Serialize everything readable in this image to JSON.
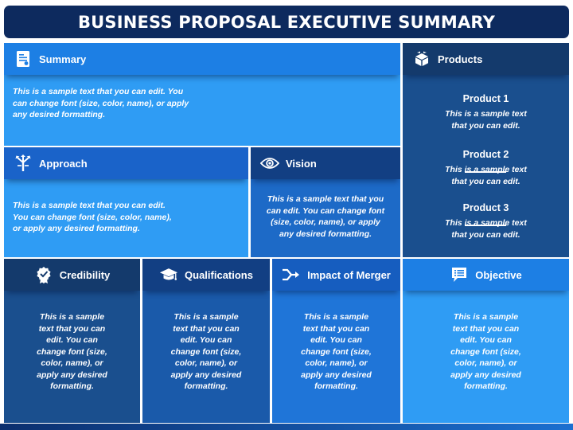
{
  "title": "BUSINESS PROPOSAL EXECUTIVE SUMMARY",
  "sample_text": "This is a sample text that you can edit. You can change font (size, color, name), or apply any desired formatting.",
  "summary": {
    "label": "Summary",
    "icon": "document-icon",
    "text_lines": [
      "This is a sample text that you can edit. You",
      "can change font (size, color, name), or apply",
      "any desired formatting."
    ]
  },
  "products": {
    "label": "Products",
    "icon": "boxes-icon",
    "items": [
      {
        "name": "Product 1",
        "lines": [
          "This is a sample text",
          "that you can edit."
        ]
      },
      {
        "name": "Product 2",
        "lines": [
          "This is a sample text",
          "that you can edit."
        ]
      },
      {
        "name": "Product 3",
        "lines": [
          "This is a sample text",
          "that you can edit."
        ]
      }
    ]
  },
  "approach": {
    "label": "Approach",
    "icon": "arrows-split-icon",
    "text_lines": [
      "This is a sample text that you can edit.",
      "You can change font (size, color, name),",
      "or apply any desired formatting."
    ]
  },
  "vision": {
    "label": "Vision",
    "icon": "eye-icon",
    "text_lines": [
      "This is a sample text that you",
      "can edit. You can change font",
      "(size, color, name), or apply",
      "any desired formatting."
    ]
  },
  "credibility": {
    "label": "Credibility",
    "icon": "badge-check-icon",
    "text_lines": [
      "This is a sample",
      "text that you can",
      "edit. You can",
      "change font (size,",
      "color, name), or",
      "apply any desired",
      "formatting."
    ]
  },
  "qualifications": {
    "label": "Qualifications",
    "icon": "graduation-cap-icon",
    "text_lines": [
      "This is a sample",
      "text that you can",
      "edit. You can",
      "change font (size,",
      "color, name), or",
      "apply any desired",
      "formatting."
    ]
  },
  "impact": {
    "label": "Impact of Merger",
    "icon": "merge-arrow-icon",
    "text_lines": [
      "This is a sample",
      "text that you can",
      "edit. You can",
      "change font (size,",
      "color, name), or",
      "apply any desired",
      "formatting."
    ]
  },
  "objective": {
    "label": "Objective",
    "icon": "chat-list-icon",
    "text_lines": [
      "This is a sample",
      "text that you can",
      "edit. You can",
      "change font (size,",
      "color, name), or",
      "apply any desired",
      "formatting."
    ]
  },
  "colors": {
    "title_bar": "#0d2a5e",
    "bright_blue": "#2f9cf4",
    "mid_blue": "#1d6ac7",
    "deep_blue": "#1a5aaa",
    "navy_blue": "#1a4f8e"
  }
}
